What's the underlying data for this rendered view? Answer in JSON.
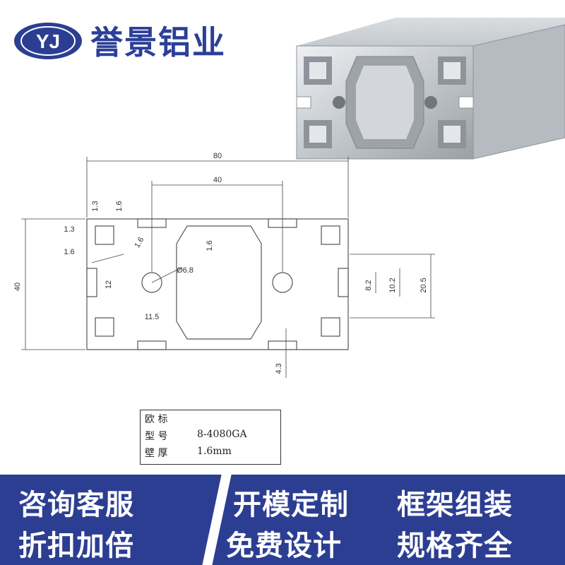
{
  "brand": {
    "logo_text": "YJ",
    "name": "誉景铝业"
  },
  "drawing": {
    "dims": {
      "width_total": "80",
      "width_center": "40",
      "height_total": "40",
      "d1": "1.3",
      "d2": "1.6",
      "d3": "1.3",
      "d4": "1.6",
      "d5": "1.6",
      "d6": "12",
      "d7": "Ø6.8",
      "d8": "1.6",
      "d9": "11.5",
      "d10": "8.2",
      "d11": "10.2",
      "d12": "20.5",
      "d13": "4.3"
    }
  },
  "spec_table": {
    "standard": "欧  标",
    "model_label": "型  号",
    "model_value": "8-4080GA",
    "wall_label": "壁  厚",
    "wall_value": "1.6mm"
  },
  "banner": {
    "left_line1": "咨询客服",
    "left_line2": "折扣加倍",
    "right_1": "开模定制",
    "right_2": "框架组装",
    "right_3": "免费设计",
    "right_4": "规格齐全"
  },
  "colors": {
    "brand_blue": "#2c3e92",
    "banner_text": "#ffffff",
    "aluminum": "#c8cdd2"
  }
}
